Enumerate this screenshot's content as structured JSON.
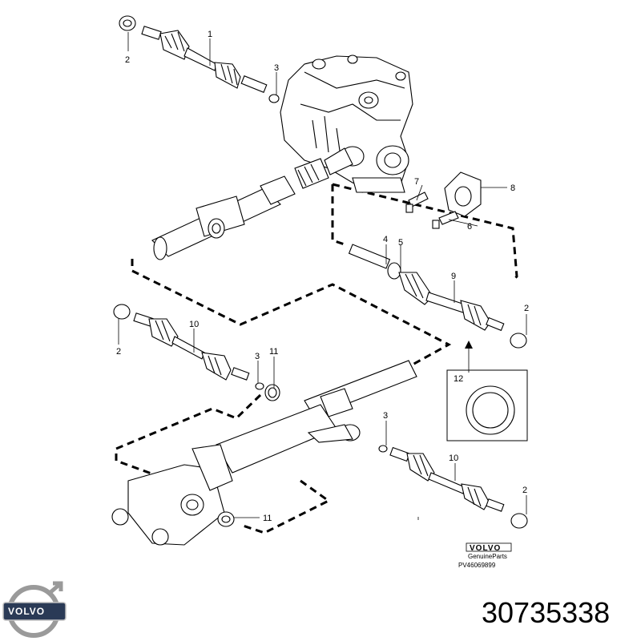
{
  "diagram": {
    "callouts": {
      "c1": "1",
      "c2a": "2",
      "c3a": "3",
      "c4": "4",
      "c5": "5",
      "c6": "6",
      "c7": "7",
      "c8": "8",
      "c9": "9",
      "c2b": "2",
      "c2c": "2",
      "c10a": "10",
      "c3b": "3",
      "c11a": "11",
      "c12": "12",
      "c3c": "3",
      "c10b": "10",
      "c2d": "2",
      "c11b": "11"
    },
    "watermark": {
      "brand": "VOLVO",
      "subline": "GenuineParts",
      "code": "PV46069899"
    }
  },
  "footer": {
    "logo_text": "VOLVO",
    "part_number": "30735338"
  }
}
